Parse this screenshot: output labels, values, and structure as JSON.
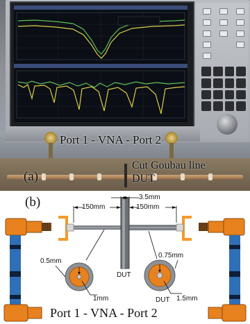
{
  "panel_a": {
    "label": "(a)",
    "vna_label": "Port 1 - VNA - Port 2",
    "goubau_label": "Cut Goubau line",
    "dut_label": "DUT"
  },
  "panel_b": {
    "label": "(b)",
    "dimensions": {
      "left_length": "150mm",
      "right_length": "150mm",
      "gap": "3.5mm",
      "left_core": "0.5mm",
      "left_outer": "1mm",
      "right_core": "0.75mm",
      "right_outer": "1.5mm"
    },
    "dut_center_label": "DUT",
    "dut_right_label": "DUT",
    "vna_caption": "Port 1  -  VNA  -  Port 2"
  },
  "colors": {
    "connector_orange": "#e8821e",
    "cable_blue": "#2f6fb5",
    "bracket_orange": "#f39a2a",
    "wire_grey": "#7b7f84",
    "trace_yellow": "#d8d04a",
    "trace_green": "#5fbf5a"
  }
}
